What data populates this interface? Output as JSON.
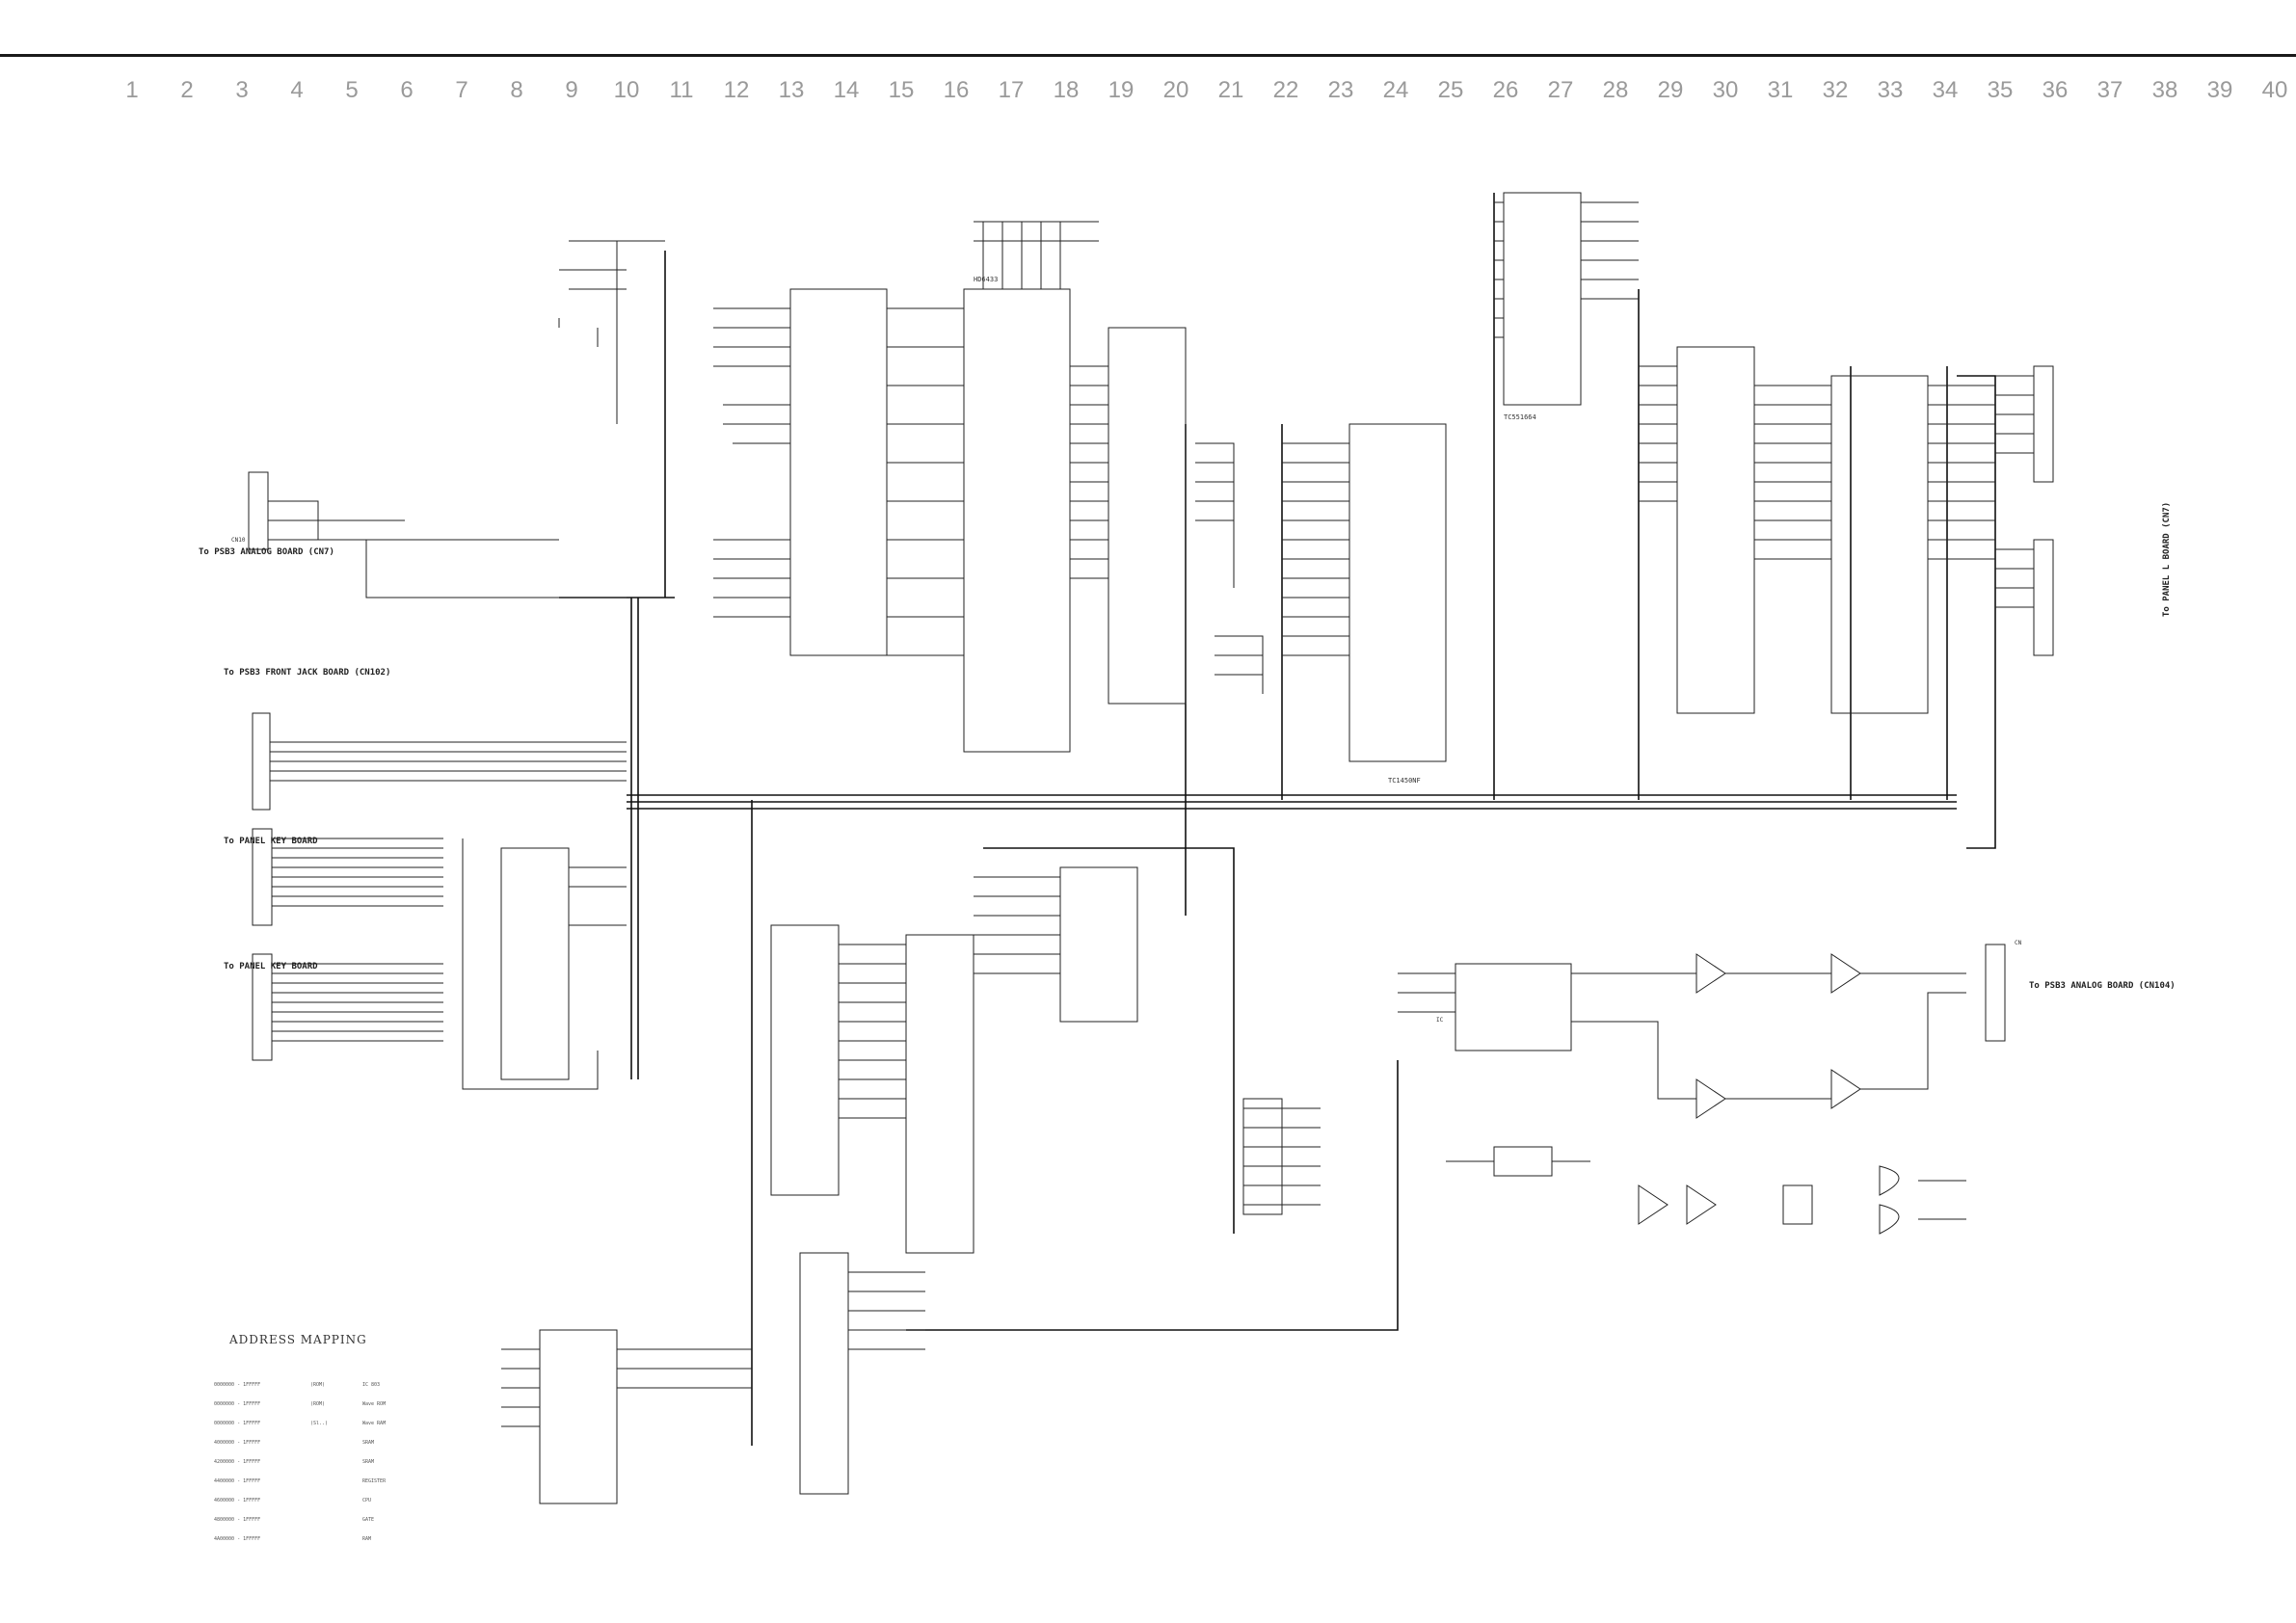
{
  "column_numbers": [
    "1",
    "2",
    "3",
    "4",
    "5",
    "6",
    "7",
    "8",
    "9",
    "10",
    "11",
    "12",
    "13",
    "14",
    "15",
    "16",
    "17",
    "18",
    "19",
    "20",
    "21",
    "22",
    "23",
    "24",
    "25",
    "26",
    "27",
    "28",
    "29",
    "30",
    "31",
    "32",
    "33",
    "34",
    "35",
    "36",
    "37",
    "38",
    "39",
    "40"
  ],
  "address_mapping": {
    "title": "ADDRESS MAPPING"
  },
  "connectors": {
    "left_top": "To PSB3 ANALOG BOARD (CN7)",
    "left_front": "To PSB3 FRONT JACK BOARD (CN102)",
    "left_panel1": "To PANEL KEY BOARD",
    "left_panel2": "To PANEL KEY BOARD",
    "right_panel": "To PANEL L BOARD (CN7)",
    "right_analog": "To PSB3 ANALOG BOARD (CN104)"
  },
  "labels": {
    "ic_main": "TC1450NF",
    "ic_cpu": "HD6433",
    "ic_ram": "TC551664"
  }
}
